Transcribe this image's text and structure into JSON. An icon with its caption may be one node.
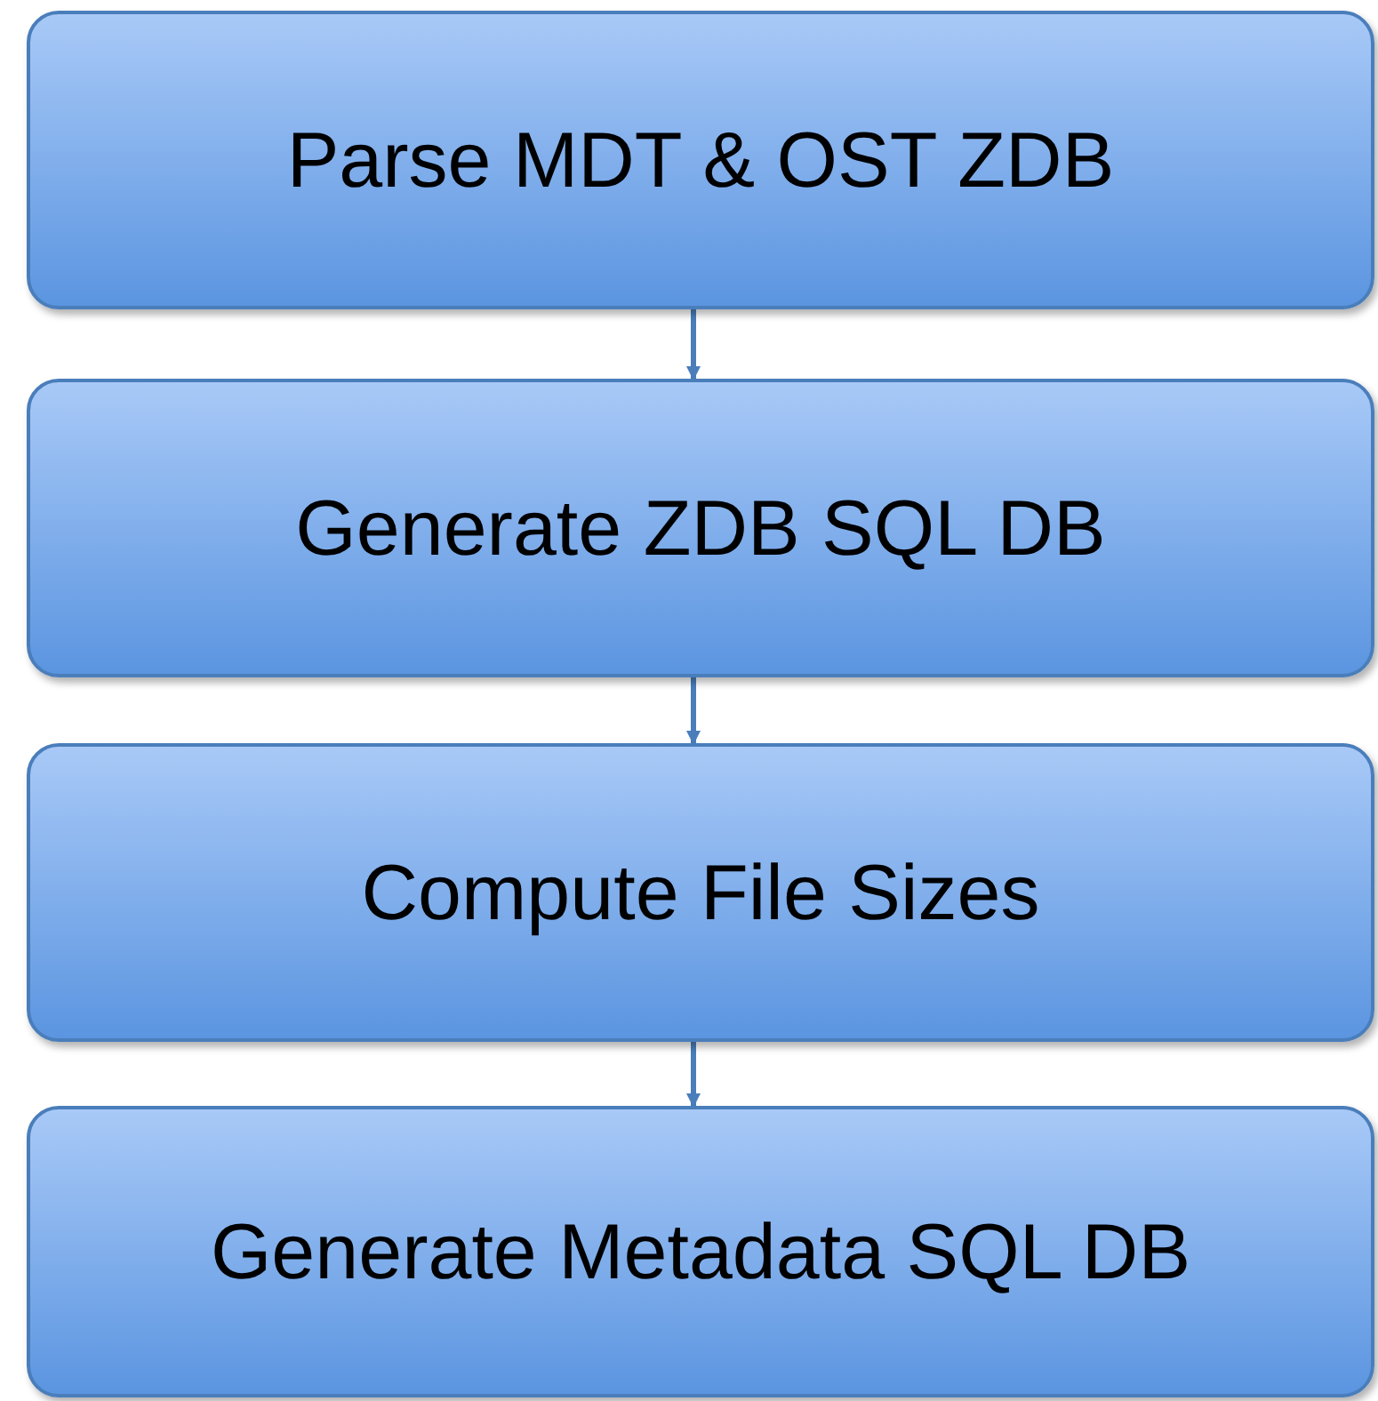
{
  "diagram": {
    "nodes": [
      {
        "text": [
          "Parse MDT & OST ZDB"
        ]
      },
      {
        "text": [
          "Generate ZDB SQL DB"
        ]
      },
      {
        "text": [
          "Compute File Sizes"
        ]
      },
      {
        "text": [
          "Generate Metadata SQL DB"
        ]
      }
    ],
    "edges": [
      {
        "from": 0,
        "to": 1,
        "arrow": "to"
      },
      {
        "from": 1,
        "to": 2,
        "arrow": "to"
      },
      {
        "from": 2,
        "to": 3,
        "arrow": "to"
      }
    ]
  }
}
